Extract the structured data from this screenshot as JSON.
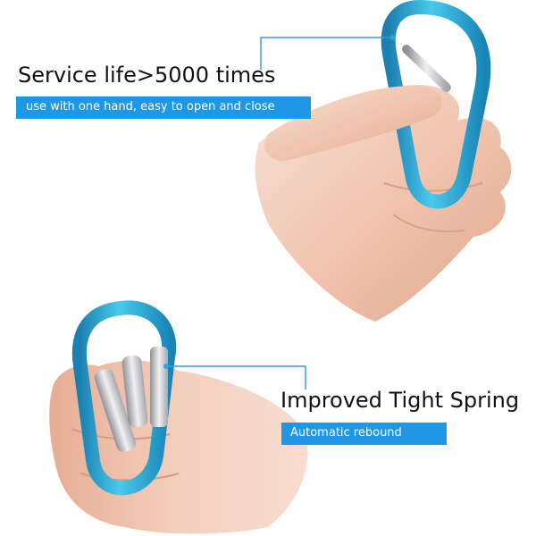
{
  "callout_top": {
    "title": "Service life>5000 times",
    "subtitle": "use with one hand, easy to open and close"
  },
  "callout_bottom": {
    "title": "Improved Tight Spring",
    "subtitle": "Automatic rebound"
  },
  "colors": {
    "banner_blue": "#1e98e6",
    "carabiner_blue": "#2fb0d8",
    "leader_line": "#3a9fd6",
    "skin": "#f1cdbb",
    "gate_silver": "#c8c8cc"
  }
}
